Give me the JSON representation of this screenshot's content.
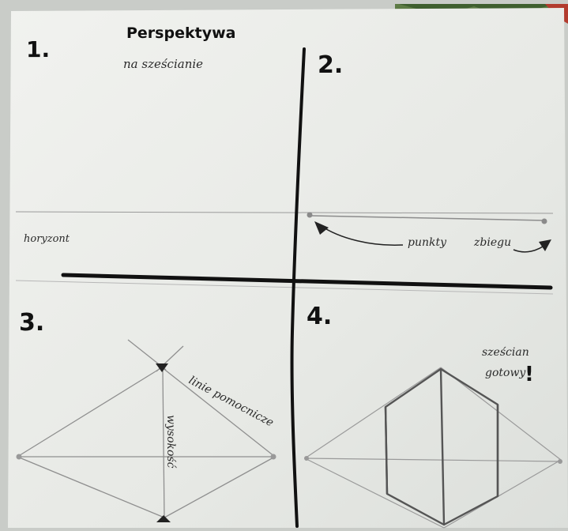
{
  "title": "Perspektywa",
  "subtitle": "na sześcianie",
  "panels": [
    {
      "number": "1."
    },
    {
      "number": "2."
    },
    {
      "number": "3."
    },
    {
      "number": "4."
    }
  ],
  "labels": {
    "horizon": "horyzont",
    "vanishing_points_1": "punkty",
    "vanishing_points_2": "zbiegu",
    "helper_lines": "linie pomocnicze",
    "height": "wysokość",
    "cube_done_1": "sześcian",
    "cube_done_2": "gotowy",
    "exclamation": "!"
  },
  "colors": {
    "paper": "#e9ebe8",
    "pencil": "#9a9a9a",
    "ink": "#111111",
    "background": "#cfd2cf",
    "plant": "#4c6e3a"
  }
}
